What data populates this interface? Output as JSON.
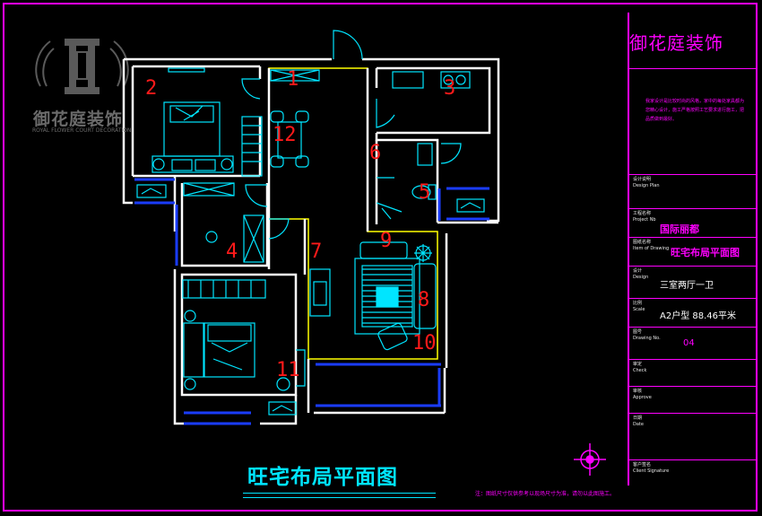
{
  "title_block": {
    "company": "御花庭装饰",
    "intro_text": "我家设计是比较时尚的风格，家中的每处家具都为您精心设计，施工严格按照工艺要求进行施工，把品质做到最好。",
    "fields": [
      {
        "label": "设计说明",
        "sub": "Design Plan",
        "value": ""
      },
      {
        "label": "工程名称",
        "sub": "Project Nb",
        "value": "国际丽都"
      },
      {
        "label": "图纸名称",
        "sub": "Item of Drawing",
        "value": "旺宅布局平面图"
      },
      {
        "label": "设计",
        "sub": "Design",
        "value": "三室两厅一卫"
      },
      {
        "label": "比例",
        "sub": "Scale",
        "value": "A2户型   88.46平米"
      },
      {
        "label": "图号",
        "sub": "Drawing No.",
        "value": "04"
      },
      {
        "label": "审定",
        "sub": "Check",
        "value": ""
      },
      {
        "label": "审核",
        "sub": "Approve",
        "value": ""
      },
      {
        "label": "日期",
        "sub": "Date",
        "value": ""
      },
      {
        "label": "客户签名",
        "sub": "Client Signature",
        "value": ""
      }
    ]
  },
  "drawing_title": "旺宅布局平面图",
  "footnote": "注：图纸尺寸仅供参考以现场尺寸为准，请勿以此图施工。",
  "watermark": {
    "name": "御花庭装饰",
    "sub": "ROYAL FLOWER COURT DECORATION"
  },
  "room_numbers": [
    "1",
    "2",
    "3",
    "4",
    "5",
    "6",
    "7",
    "8",
    "9",
    "10",
    "11",
    "12"
  ],
  "colors": {
    "walls": "#ffffff",
    "furniture": "#00e5ff",
    "windows": "#1a3cff",
    "zones": "#ffff00",
    "frame": "#ff00ff",
    "numbers": "#ff1a1a"
  }
}
